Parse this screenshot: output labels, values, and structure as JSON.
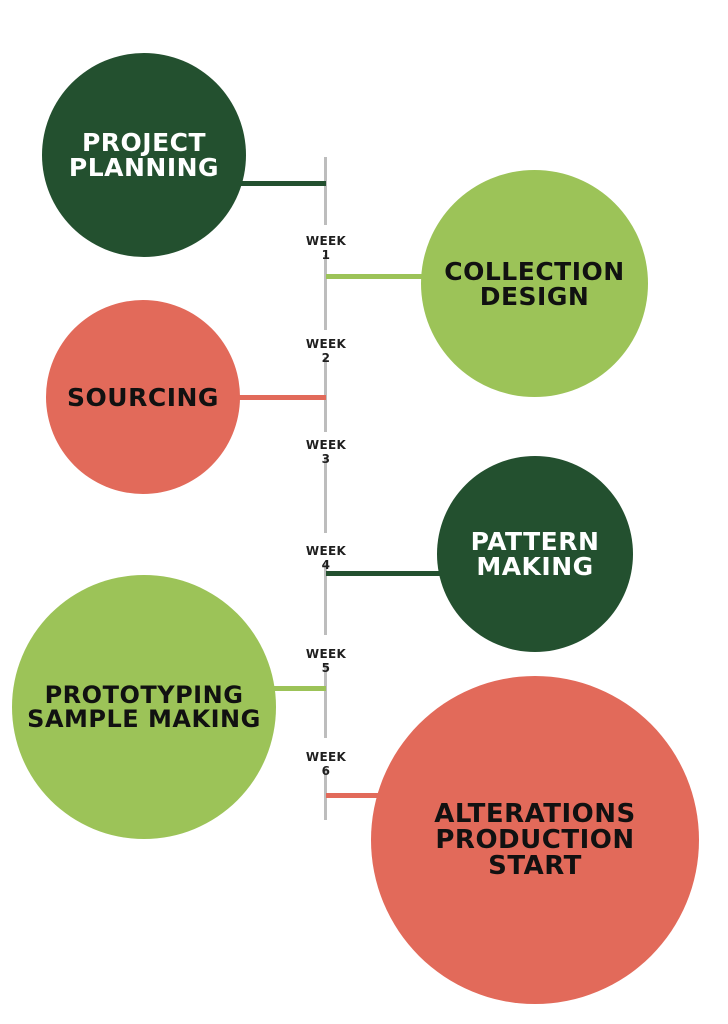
{
  "colors": {
    "dark_green": "#23502f",
    "light_green": "#9cc358",
    "coral": "#e26a5a",
    "axis_gray": "#bdbdbd",
    "text_white": "#ffffff",
    "text_black": "#111111"
  },
  "milestones": [
    {
      "label": "PROJECT\nPLANNING"
    },
    {
      "label": "COLLECTION\nDESIGN"
    },
    {
      "label": "SOURCING"
    },
    {
      "label": "PATTERN\nMAKING"
    },
    {
      "label": "PROTOTYPING\nSAMPLE MAKING"
    },
    {
      "label": "ALTERATIONS\nPRODUCTION\nSTART"
    }
  ],
  "weeks": [
    "WEEK 1",
    "WEEK 2",
    "WEEK 3",
    "WEEK 4",
    "WEEK 5",
    "WEEK 6"
  ]
}
